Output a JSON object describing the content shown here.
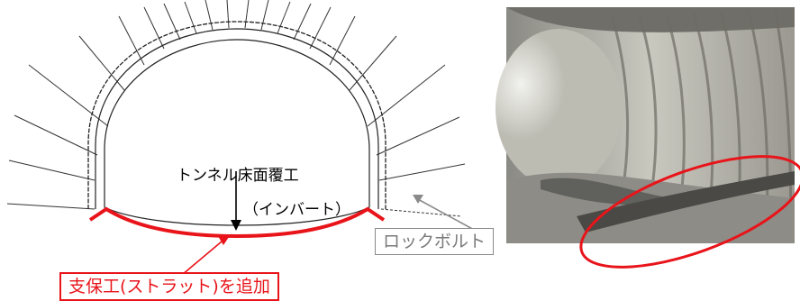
{
  "labels": {
    "invert_line1": "トンネル床面覆工",
    "invert_line2": "（インバート）",
    "strut_callout": "支保工(ストラット)を追加",
    "rockbolt_callout": "ロックボルト"
  },
  "colors": {
    "accent_red": "#e8141a",
    "callout_gray": "#8a8a8a",
    "outline": "#222222"
  },
  "photo": {
    "description_icon": "tunnel-interior-photo"
  }
}
